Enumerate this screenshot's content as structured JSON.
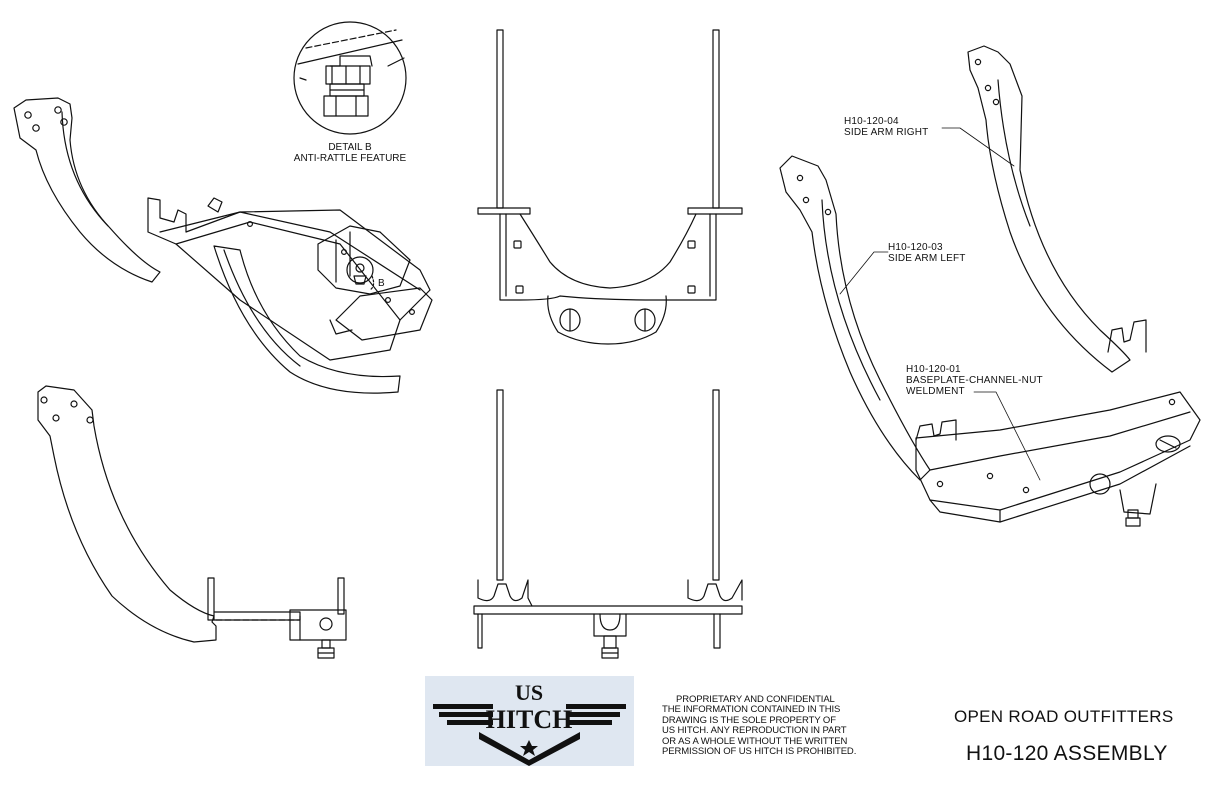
{
  "detail": {
    "title": "DETAIL B",
    "subtitle": "ANTI-RATTLE FEATURE",
    "view_letter": "B"
  },
  "callouts": [
    {
      "part_number": "H10-120-04",
      "description": "SIDE ARM RIGHT"
    },
    {
      "part_number": "H10-120-03",
      "description": "SIDE ARM LEFT"
    },
    {
      "part_number": "H10-120-01",
      "description": "BASEPLATE-CHANNEL-NUT",
      "description2": "WELDMENT"
    }
  ],
  "logo": {
    "line1": "US",
    "line2": "HITCH"
  },
  "notice": {
    "heading": "PROPRIETARY AND CONFIDENTIAL",
    "lines": [
      "THE INFORMATION CONTAINED IN THIS",
      "DRAWING IS THE SOLE PROPERTY OF",
      "US HITCH. ANY REPRODUCTION IN PART",
      "OR AS A WHOLE WITHOUT THE WRITTEN",
      "PERMISSION OF US HITCH IS PROHIBITED."
    ]
  },
  "title_block": {
    "company": "OPEN ROAD OUTFITTERS",
    "drawing_title": "H10-120 ASSEMBLY"
  }
}
